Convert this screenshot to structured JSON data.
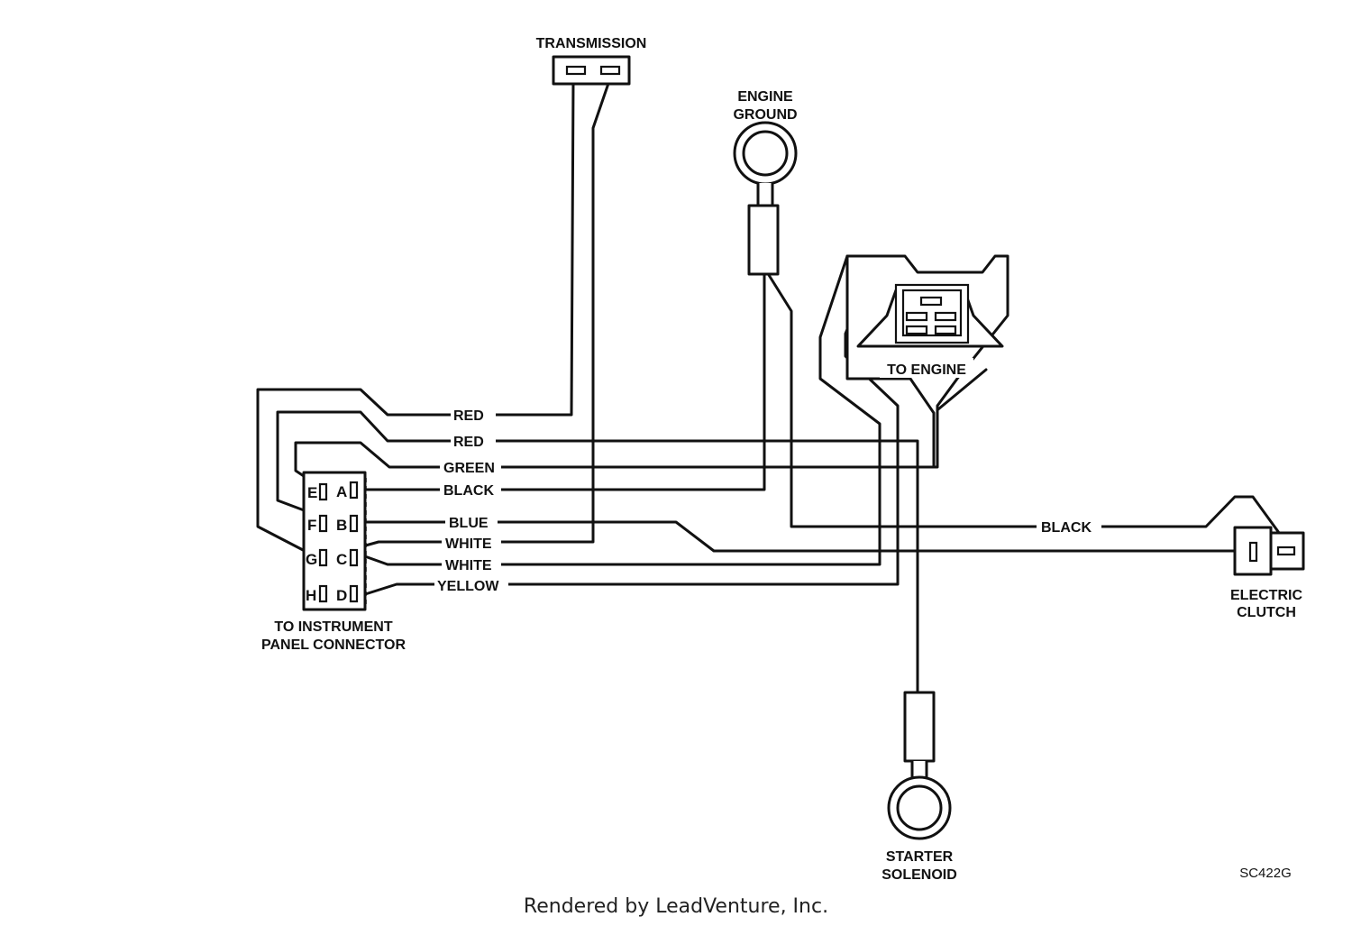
{
  "components": {
    "transmission": "TRANSMISSION",
    "engine_ground_line1": "ENGINE",
    "engine_ground_line2": "GROUND",
    "to_engine": "TO ENGINE",
    "electric_clutch_line1": "ELECTRIC",
    "electric_clutch_line2": "CLUTCH",
    "starter_solenoid_line1": "STARTER",
    "starter_solenoid_line2": "SOLENOID",
    "instrument_panel_line1": "TO INSTRUMENT",
    "instrument_panel_line2": "PANEL CONNECTOR"
  },
  "connector_pins": {
    "left": [
      "E",
      "F",
      "G",
      "H"
    ],
    "right": [
      "A",
      "B",
      "C",
      "D"
    ]
  },
  "wires": {
    "red_1": "RED",
    "red_2": "RED",
    "green": "GREEN",
    "black": "BLACK",
    "blue": "BLUE",
    "white_1": "WHITE",
    "white_2": "WHITE",
    "yellow": "YELLOW",
    "black_clutch": "BLACK"
  },
  "diagram_code": "SC422G",
  "footer": "Rendered by LeadVenture, Inc."
}
